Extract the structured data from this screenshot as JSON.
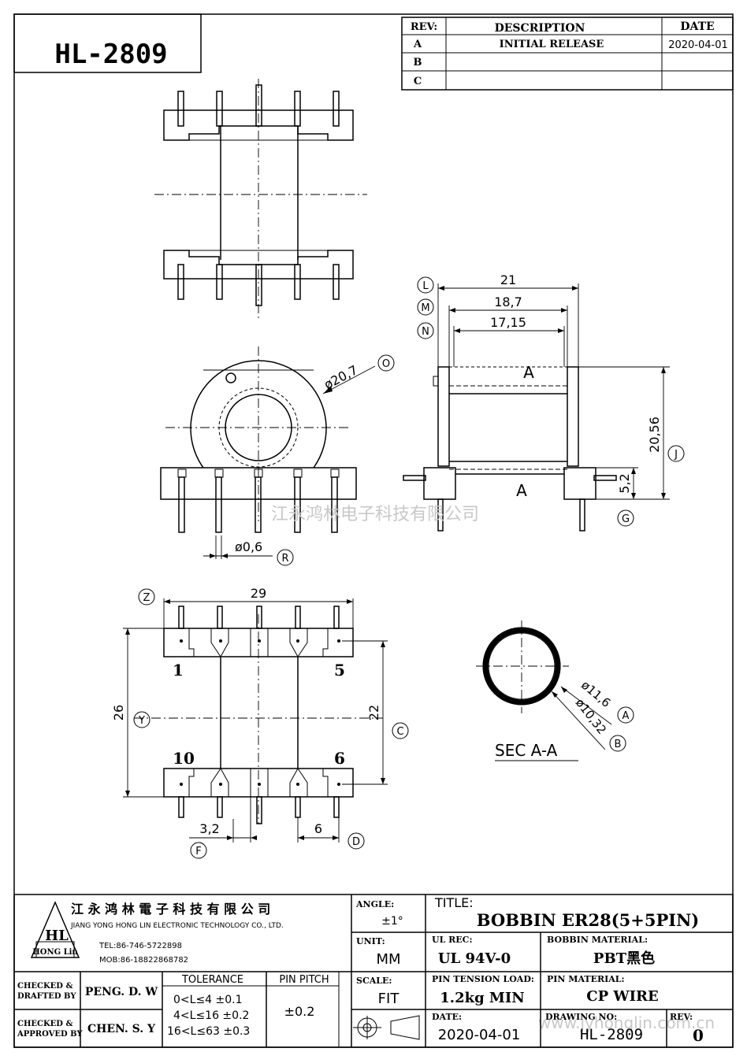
{
  "drawing": {
    "part_number": "HL-2809",
    "watermark_cn": "江永鸿林电子科技有限公司",
    "watermark_url": "www.jyhonglin.com.cn"
  },
  "revision_table": {
    "headers": {
      "rev": "REV:",
      "description": "DESCRIPTION",
      "date": "DATE"
    },
    "rows": [
      {
        "rev": "A",
        "description": "INITIAL  RELEASE",
        "date": "2020-04-01"
      },
      {
        "rev": "B",
        "description": "",
        "date": ""
      },
      {
        "rev": "C",
        "description": "",
        "date": ""
      }
    ]
  },
  "dimensions": {
    "d21": "21",
    "d18_7": "18,7",
    "d17_15": "17,15",
    "dia20_7": "ø20,7",
    "d20_56": "20,56",
    "d5_2": "5,2",
    "dia0_6": "ø0,6",
    "d29": "29",
    "d26": "26",
    "d22": "22",
    "d3_2": "3,2",
    "d6": "6",
    "dia11_6": "ø11,6",
    "dia10_32": "ø10,32",
    "section_a": "A",
    "section_label": "SEC  A-A"
  },
  "balloons": {
    "L": "L",
    "M": "M",
    "N": "N",
    "O": "O",
    "J": "J",
    "G": "G",
    "R": "R",
    "Z": "Z",
    "Y": "Y",
    "C": "C",
    "F": "F",
    "D": "D",
    "A": "A",
    "B": "B"
  },
  "pins": {
    "p1": "1",
    "p5": "5",
    "p10": "10",
    "p6": "6"
  },
  "title_block": {
    "company_cn": "江 永 鸿 林 電 子 科 技 有 限 公 司",
    "company_en": "JIANG YONG HONG LIN ELECTRONIC TECHNOLOGY CO., LTD.",
    "logo_text": "HL",
    "logo_sub": "HONG Lin",
    "tel": "TEL:86-746-5722898",
    "mob": "MOB:86-18822868782",
    "checked_drafted_label": "CHECKED &\nDRAFTED BY",
    "checked_drafted_line1": "CHECKED &",
    "checked_drafted_line2": "DRAFTED BY",
    "checked_drafted": "PENG. D. W",
    "checked_approved_line1": "CHECKED &",
    "checked_approved_line2": "APPROVED BY",
    "checked_approved": "CHEN. S. Y",
    "tolerance_label": "TOLERANCE",
    "tolerance_rows": [
      "0<L≤4   ±0.1",
      "4<L≤16  ±0.2",
      "16<L≤63 ±0.3"
    ],
    "pin_pitch_label": "PIN PITCH",
    "pin_pitch": "±0.2",
    "angle_label": "ANGLE:",
    "angle": "±1°",
    "unit_label": "UNIT:",
    "unit": "MM",
    "scale_label": "SCALE:",
    "scale": "FIT",
    "title_label": "TITLE:",
    "title": "BOBBIN   ER28(5+5PIN)",
    "ul_rec_label": "UL REC:",
    "ul_rec": "UL 94V-0",
    "bobbin_material_label": "BOBBIN MATERIAL:",
    "bobbin_material": "PBT黑色",
    "pin_tension_label": "PIN TENSION LOAD:",
    "pin_tension": "1.2kg  MIN",
    "pin_material_label": "PIN MATERIAL:",
    "pin_material": "CP WIRE",
    "date_label": "DATE:",
    "date": "2020-04-01",
    "drawing_no_label": "DRAWING NO:",
    "drawing_no": "HL-2809",
    "rev_label": "REV:",
    "rev": "0"
  }
}
